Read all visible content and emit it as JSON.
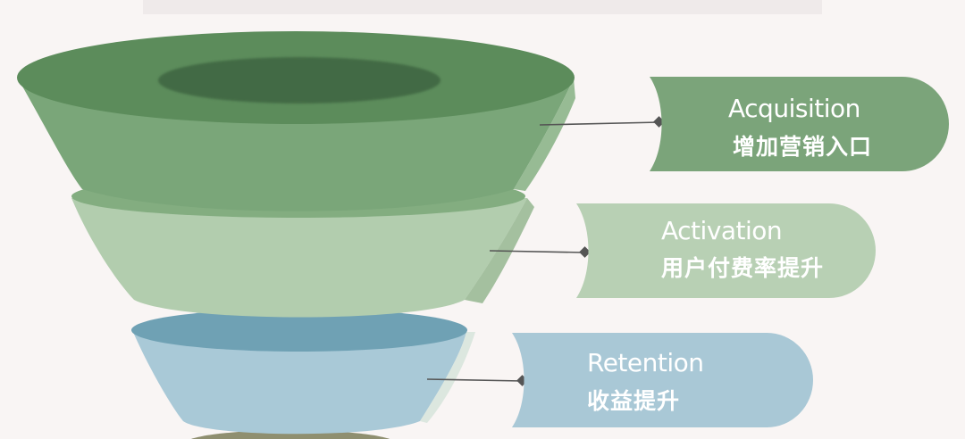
{
  "stages": [
    {
      "title": "Acquisition",
      "subtitle": "增加营销入口",
      "color": "#7ba47a"
    },
    {
      "title": "Activation",
      "subtitle": "用户付费率提升",
      "color": "#b8d0b4"
    },
    {
      "title": "Retention",
      "subtitle": "收益提升",
      "color": "#a9c8d6"
    }
  ],
  "colors": {
    "background": "#f9f5f4",
    "layer1_top": "#5c8c5b",
    "layer1_hole": "#426a45",
    "layer1_side": "#7aa679",
    "layer2_top": "#83ad80",
    "layer2_side": "#b2cdae",
    "layer3_top": "#6fa1b4",
    "layer3_side": "#a9c9d7",
    "connector": "#555555"
  }
}
